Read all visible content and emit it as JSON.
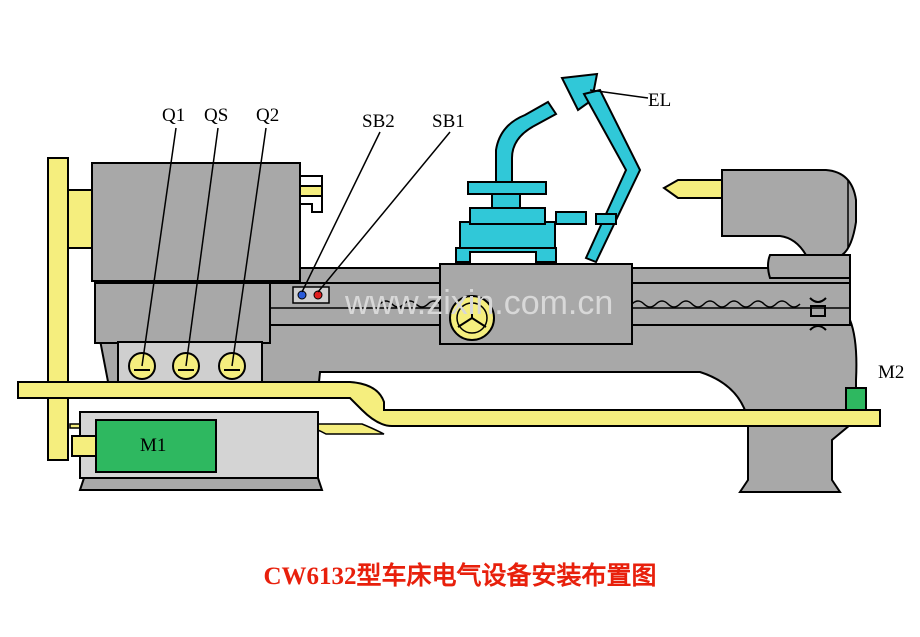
{
  "labels": {
    "q1": "Q1",
    "qs": "QS",
    "q2": "Q2",
    "sb2": "SB2",
    "sb1": "SB1",
    "el": "EL",
    "m1": "M1",
    "m2": "M2"
  },
  "watermark": "www.zixin.com.cn",
  "caption": "CW6132型车床电气设备安装布置图",
  "colors": {
    "body_gray": "#a8a8a8",
    "rail_yellow": "#f5ee7e",
    "tool_cyan": "#30c8d8",
    "motor_green": "#2eb860",
    "caption_red": "#e8200c"
  }
}
